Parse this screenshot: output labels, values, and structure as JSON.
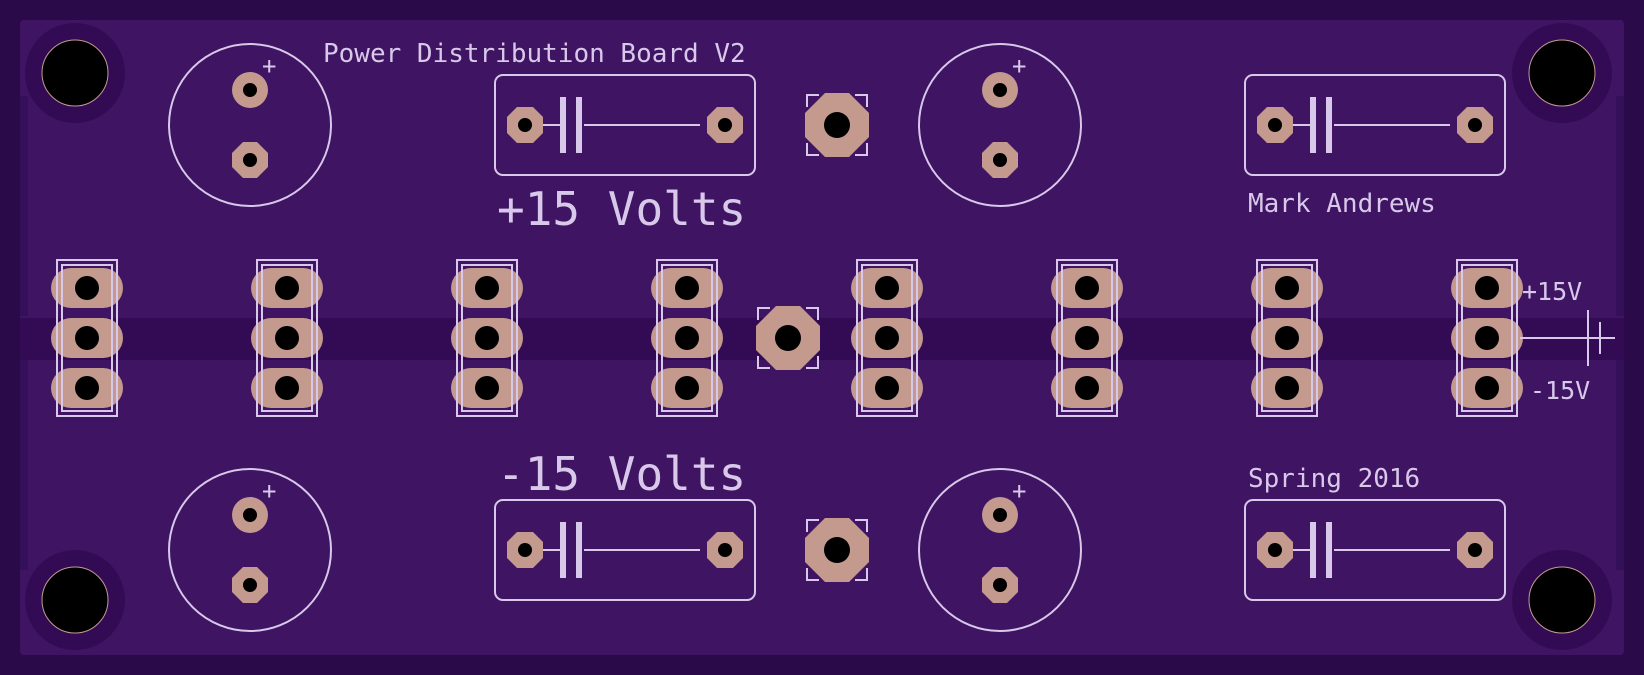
{
  "board": {
    "title": "Power Distribution Board V2",
    "plus_rail_label": "+15 Volts",
    "minus_rail_label": "-15 Volts",
    "author": "Mark Andrews",
    "date": "Spring 2016",
    "connector_plus": "+15V",
    "connector_minus": "-15V",
    "polarity_mark": "+"
  },
  "colors": {
    "board": "#3f1462",
    "edge": "#2a0a48",
    "trace": "#330b55",
    "silkscreen": "#d8c8ea",
    "copper": "#c49a8e",
    "drill": "#000000"
  }
}
